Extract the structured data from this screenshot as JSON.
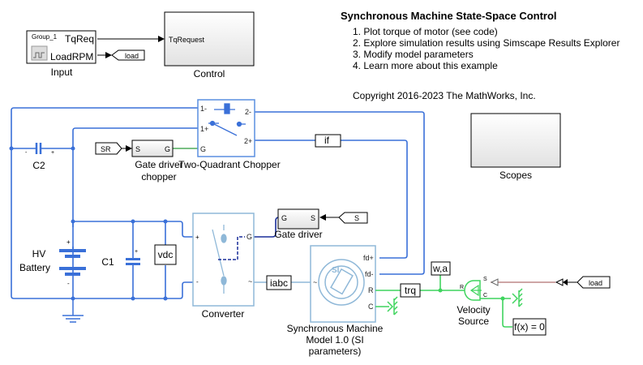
{
  "annotation": {
    "title": "Synchronous Machine State-Space Control",
    "items": [
      "1. Plot torque of motor (see code)",
      "2. Explore simulation results using Simscape Results Explorer",
      "3. Modify model parameters",
      "4. Learn more about this example"
    ],
    "copyright": "Copyright 2016-2023 The MathWorks, Inc."
  },
  "blocks": {
    "input": {
      "label": "Input",
      "group": "Group_1",
      "out1": "TqReq",
      "out2": "LoadRPM"
    },
    "control": {
      "label": "Control",
      "in1": "TqRequest"
    },
    "scopes": {
      "label": "Scopes"
    },
    "chopper": {
      "label": "Two-Quadrant Chopper",
      "p1m": "1-",
      "p1p": "1+",
      "g": "G",
      "p2m": "2-",
      "p2p": "2+"
    },
    "gate_chopper": {
      "label1": "Gate driver",
      "label2": "chopper",
      "s": "S",
      "g": "G"
    },
    "gate_driver": {
      "label": "Gate driver",
      "s": "S",
      "g": "G"
    },
    "c2": {
      "label": "C2"
    },
    "c1": {
      "label": "C1"
    },
    "battery": {
      "label1": "HV",
      "label2": "Battery"
    },
    "converter": {
      "label": "Converter",
      "g": "G",
      "ac": "~"
    },
    "machine": {
      "label1": "Synchronous Machine",
      "label2": "Model 1.0 (SI",
      "label3": "parameters)",
      "fdp": "fd+",
      "fdm": "fd-",
      "r": "R",
      "c": "C",
      "ac": "~",
      "logo": "SI"
    },
    "velocity": {
      "label1": "Velocity",
      "label2": "Source",
      "r": "R",
      "s": "S",
      "c": "C"
    },
    "solver": {
      "label": "f(x) = 0"
    }
  },
  "tags": {
    "load1": "load",
    "load2": "load",
    "sr": "SR",
    "s": "S",
    "if": "if",
    "vdc": "vdc",
    "iabc": "iabc",
    "trq": "trq",
    "wa": "w,a"
  },
  "colors": {
    "electrical": "#3a70d8",
    "mechanical": "#3fd45e",
    "physical_signal": "#b07070",
    "block_outline": "#8fb8d8"
  }
}
